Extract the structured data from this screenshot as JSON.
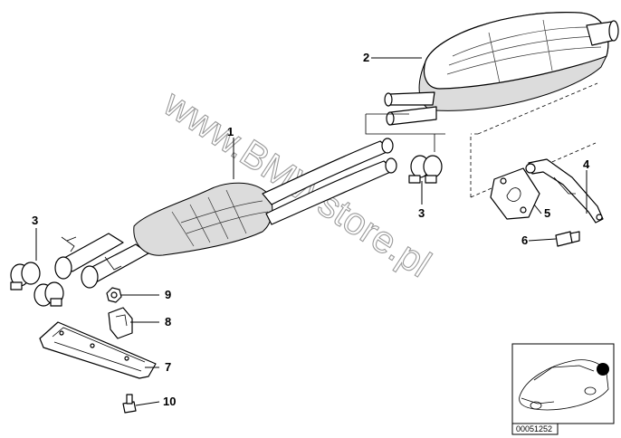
{
  "diagram": {
    "watermark": "www.BMWstore.pl",
    "reference_code": "00051252",
    "callouts": [
      {
        "id": "c1",
        "label": "1"
      },
      {
        "id": "c2",
        "label": "2"
      },
      {
        "id": "c3a",
        "label": "3"
      },
      {
        "id": "c3b",
        "label": "3"
      },
      {
        "id": "c4",
        "label": "4"
      },
      {
        "id": "c5",
        "label": "5"
      },
      {
        "id": "c6",
        "label": "6"
      },
      {
        "id": "c7",
        "label": "7"
      },
      {
        "id": "c8",
        "label": "8"
      },
      {
        "id": "c9",
        "label": "9"
      },
      {
        "id": "c10",
        "label": "10"
      }
    ]
  }
}
